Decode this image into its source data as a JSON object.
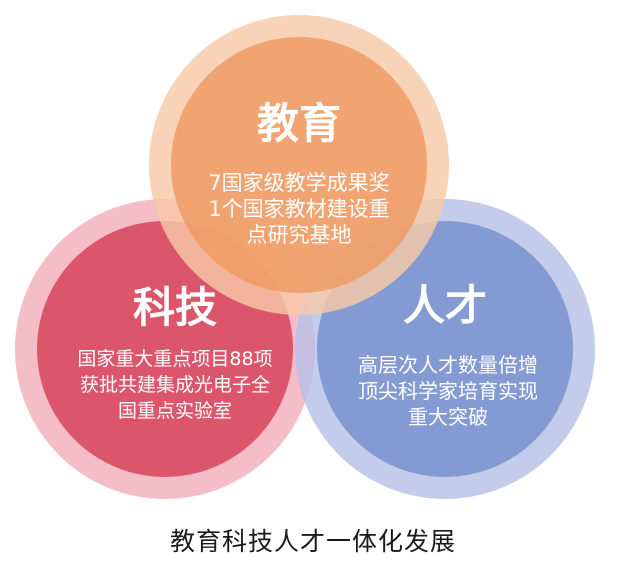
{
  "diagram": {
    "circles": [
      {
        "key": "education",
        "title": "教育",
        "lines": [
          "7国家级教学成果奖",
          "1个国家教材建设重",
          "点研究基地"
        ],
        "outer_color": "#f6c9a7",
        "inner_color": "#ef9a62"
      },
      {
        "key": "science",
        "title": "科技",
        "lines": [
          "国家重大重点项目88项",
          "获批共建集成光电子全",
          "国重点实验室"
        ],
        "outer_color": "#f2b2bd",
        "inner_color": "#d84a61"
      },
      {
        "key": "talent",
        "title": "人才",
        "lines": [
          "高层次人才数量倍增",
          "顶尖科学家培育实现",
          "重大突破"
        ],
        "outer_color": "#b4c1e6",
        "inner_color": "#7891cf"
      }
    ]
  },
  "caption": "教育科技人才一体化发展"
}
